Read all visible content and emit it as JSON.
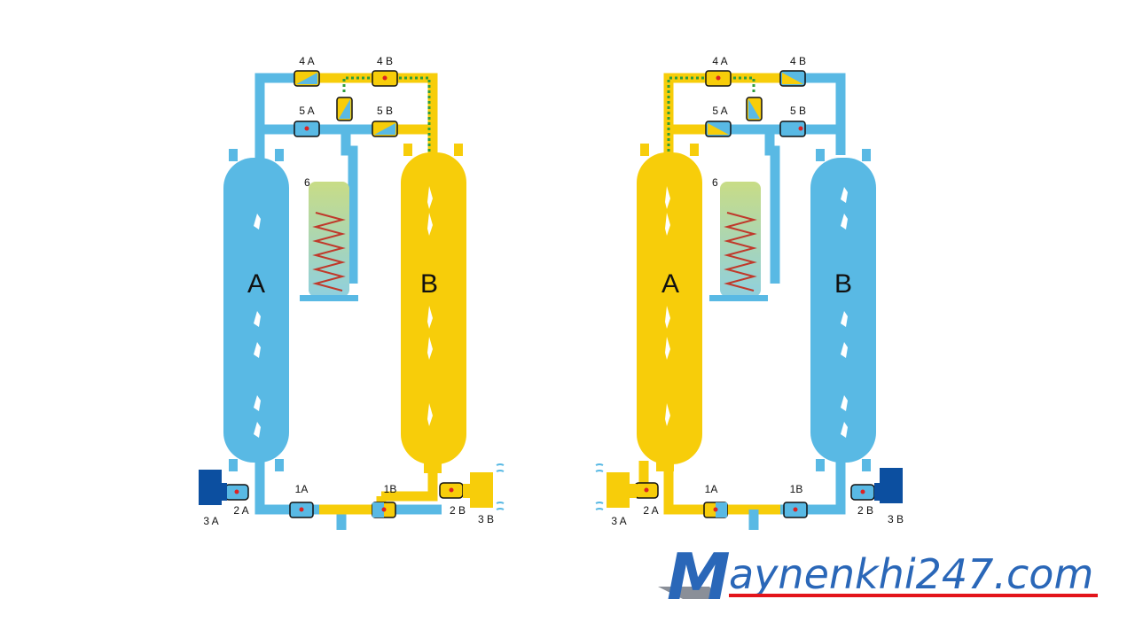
{
  "colors": {
    "blue": "#59b9e4",
    "yellow": "#f7cd0a",
    "dark_blue": "#0c4fa0",
    "purge_green": "#2e9e3a",
    "logo_blue": "#2a67b8",
    "logo_red": "#e3141b"
  },
  "diagrams": [
    {
      "tower_left": "A",
      "tower_right": "B",
      "labels": {
        "v4a": "4 A",
        "v4b": "4 B",
        "v5a": "5 A",
        "v5b": "5 B",
        "heater": "6",
        "v1a": "1A",
        "v1b": "1B",
        "v2a": "2 A",
        "v2b": "2 B",
        "v3a": "3 A",
        "v3b": "3 B"
      }
    },
    {
      "tower_left": "A",
      "tower_right": "B",
      "labels": {
        "v4a": "4 A",
        "v4b": "4 B",
        "v5a": "5 A",
        "v5b": "5 B",
        "heater": "6",
        "v1a": "1A",
        "v1b": "1B",
        "v2a": "2 A",
        "v2b": "2 B",
        "v3a": "3 A",
        "v3b": "3 B"
      }
    }
  ],
  "logo": {
    "initial": "M",
    "text": "aynenkhi247.com"
  }
}
